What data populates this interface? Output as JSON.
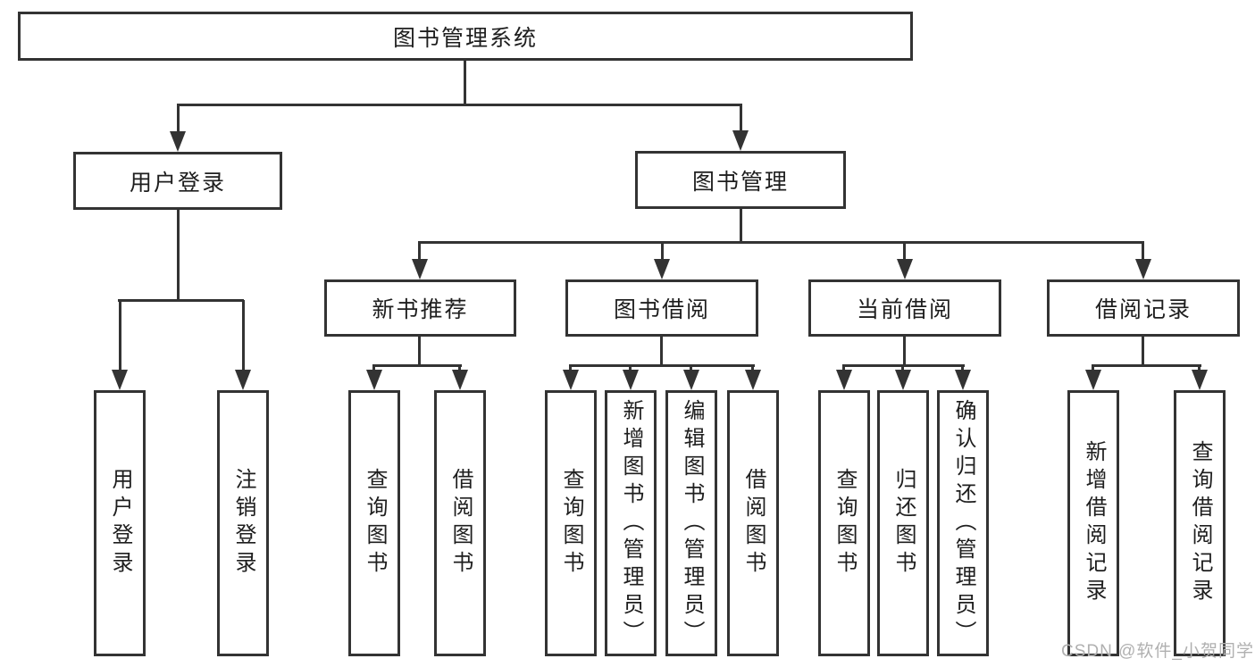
{
  "tree": {
    "root": {
      "label": "图书管理系统"
    },
    "branches": [
      {
        "label": "用户登录",
        "children": [
          {
            "label": "用户登录"
          },
          {
            "label": "注销登录"
          }
        ]
      },
      {
        "label": "图书管理",
        "children": [
          {
            "label": "新书推荐",
            "children": [
              {
                "label": "查询图书"
              },
              {
                "label": "借阅图书"
              }
            ]
          },
          {
            "label": "图书借阅",
            "children": [
              {
                "label": "查询图书"
              },
              {
                "label": "新增图书（管理员）"
              },
              {
                "label": "编辑图书（管理员）"
              },
              {
                "label": "借阅图书"
              }
            ]
          },
          {
            "label": "当前借阅",
            "children": [
              {
                "label": "查询图书"
              },
              {
                "label": "归还图书"
              },
              {
                "label": "确认归还（管理员）"
              }
            ]
          },
          {
            "label": "借阅记录",
            "children": [
              {
                "label": "新增借阅记录"
              },
              {
                "label": "查询借阅记录"
              }
            ]
          }
        ]
      }
    ]
  },
  "watermark": {
    "text": "CSDN @软件_小贺同学"
  },
  "colors": {
    "line": "#333333",
    "text": "#1e1e1e",
    "background": "#ffffff",
    "watermark": "#b0b0b0"
  }
}
